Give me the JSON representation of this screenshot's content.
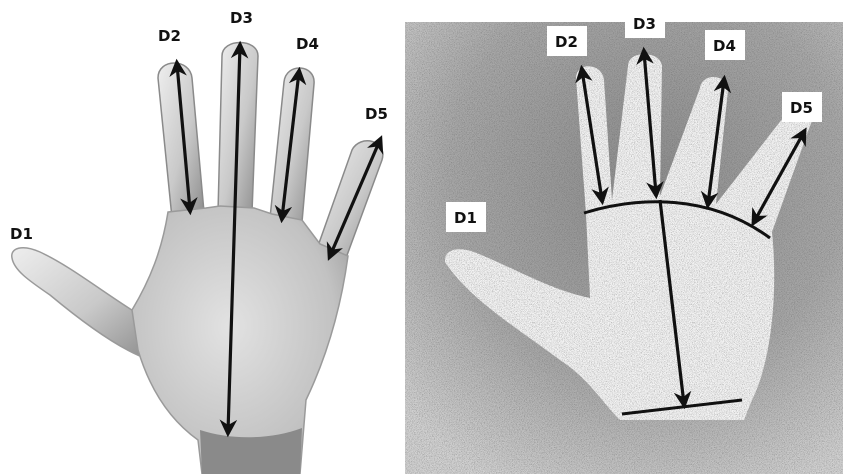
{
  "left_panel": {
    "labels": {
      "d1": "D1",
      "d2": "D2",
      "d3": "D3",
      "d4": "D4",
      "d5": "D5"
    }
  },
  "right_panel": {
    "labels": {
      "d1": "D1",
      "d2": "D2",
      "d3": "D3",
      "d4": "D4",
      "d5": "D5"
    }
  },
  "colors": {
    "skin_light": "#e6e6e6",
    "skin_mid": "#bdbdbd",
    "skin_dark": "#8e8e8e",
    "scan_bg": "#9a9a9a",
    "arrow": "#111111"
  }
}
